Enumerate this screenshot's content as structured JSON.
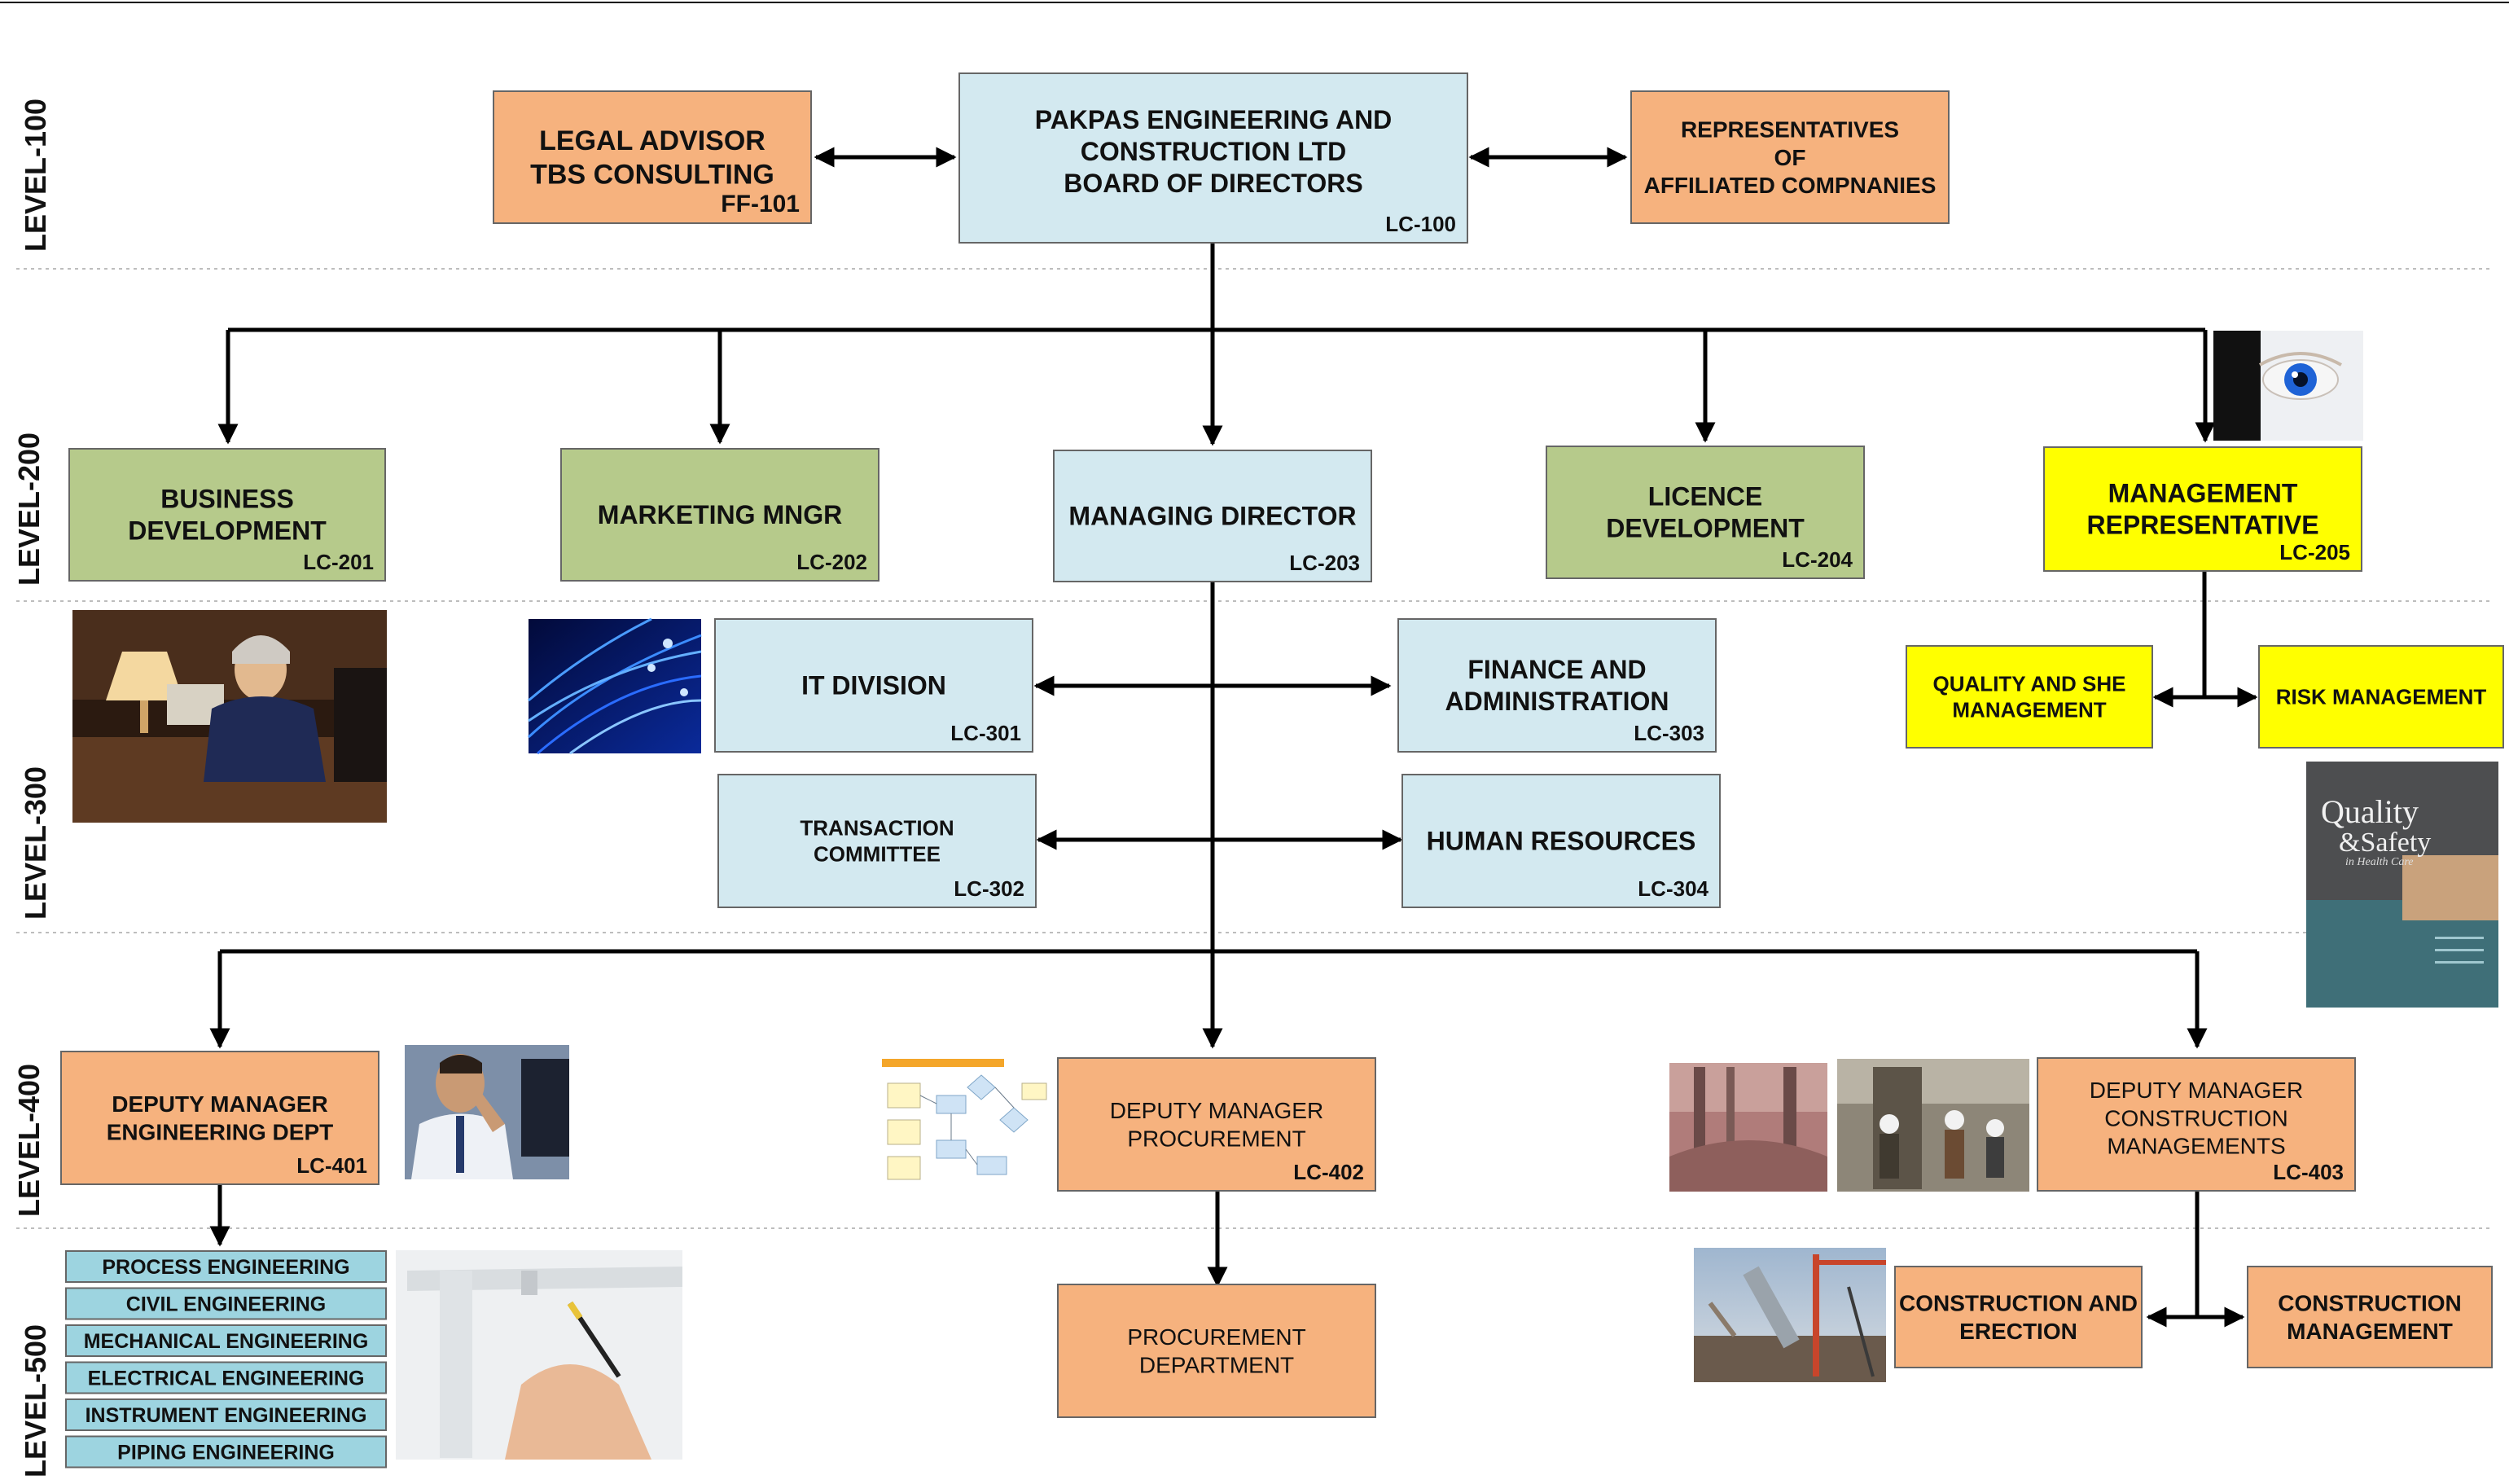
{
  "levels": [
    "LEVEL-100",
    "LEVEL-200",
    "LEVEL-300",
    "LEVEL-400",
    "LEVEL-500"
  ],
  "colors": {
    "blue": "#d3e9f0",
    "orange": "#f6b27e",
    "green": "#b6ca8b",
    "yellow": "#ffff00",
    "cyan": "#9dd4e0",
    "border": "#666666",
    "connector": "#000000"
  },
  "boxes": {
    "legal": {
      "lines": [
        "LEGAL ADVISOR",
        "TBS CONSULTING"
      ],
      "code": "FF-101"
    },
    "board": {
      "lines": [
        "PAKPAS ENGINEERING AND",
        "CONSTRUCTION LTD",
        "BOARD OF DIRECTORS"
      ],
      "code": "LC-100"
    },
    "reps": {
      "lines": [
        "REPRESENTATIVES",
        "OF",
        "AFFILIATED COMPNANIES"
      ],
      "code": ""
    },
    "bizdev": {
      "lines": [
        "BUSINESS",
        "DEVELOPMENT"
      ],
      "code": "LC-201"
    },
    "marketing": {
      "lines": [
        "MARKETING MNGR"
      ],
      "code": "LC-202"
    },
    "md": {
      "lines": [
        "MANAGING DIRECTOR"
      ],
      "code": "LC-203"
    },
    "licence": {
      "lines": [
        "LICENCE",
        "DEVELOPMENT"
      ],
      "code": "LC-204"
    },
    "mgmtrep": {
      "lines": [
        "MANAGEMENT",
        "REPRESENTATIVE"
      ],
      "code": "LC-205"
    },
    "it": {
      "lines": [
        "IT DIVISION"
      ],
      "code": "LC-301"
    },
    "finance": {
      "lines": [
        "FINANCE AND",
        "ADMINISTRATION"
      ],
      "code": "LC-303"
    },
    "transaction": {
      "lines": [
        "TRANSACTION",
        "COMMITTEE"
      ],
      "code": "LC-302"
    },
    "hr": {
      "lines": [
        "HUMAN RESOURCES"
      ],
      "code": "LC-304"
    },
    "quality": {
      "lines": [
        "QUALITY AND SHE",
        "MANAGEMENT"
      ],
      "code": ""
    },
    "risk": {
      "lines": [
        "RISK MANAGEMENT"
      ],
      "code": ""
    },
    "depeng": {
      "lines": [
        "DEPUTY MANAGER",
        "ENGINEERING DEPT"
      ],
      "code": "LC-401"
    },
    "depproc": {
      "lines": [
        "DEPUTY MANAGER",
        "PROCUREMENT"
      ],
      "code": "LC-402"
    },
    "depcons": {
      "lines": [
        "DEPUTY MANAGER",
        "CONSTRUCTION",
        "MANAGEMENTS"
      ],
      "code": "LC-403"
    },
    "procdept": {
      "lines": [
        "PROCUREMENT",
        "DEPARTMENT"
      ],
      "code": ""
    },
    "consErect": {
      "lines": [
        "CONSTRUCTION AND",
        "ERECTION"
      ],
      "code": ""
    },
    "consMgmt": {
      "lines": [
        "CONSTRUCTION",
        "MANAGEMENT"
      ],
      "code": ""
    }
  },
  "engineering_list": [
    "PROCESS ENGINEERING",
    "CIVIL ENGINEERING",
    "MECHANICAL ENGINEERING",
    "ELECTRICAL ENGINEERING",
    "INSTRUMENT ENGINEERING",
    "PIPING ENGINEERING"
  ],
  "book_cover": {
    "title_line1": "Quality",
    "title_line2": "&Safety",
    "subtitle": "in Health Care"
  },
  "photos": [
    "eye-photo",
    "executive-photo",
    "fiber-optic-photo",
    "book-cover-photo",
    "engineer-photo",
    "flowchart-photo",
    "industrial-site-photo",
    "construction-workers-photo",
    "drafting-photo",
    "crane-photo"
  ]
}
